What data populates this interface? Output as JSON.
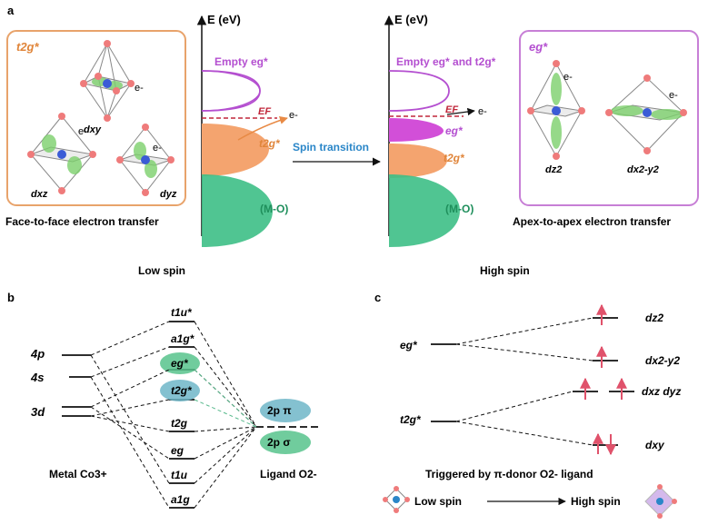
{
  "panels": {
    "a": "a",
    "b": "b",
    "c": "c"
  },
  "panel_a": {
    "energy_axis": "E (eV)",
    "left_box_label": "t2g*",
    "left_orbitals": [
      "dxy",
      "dxz",
      "dyz"
    ],
    "electron": "e-",
    "empty_eg": "Empty eg*",
    "ef": "EF",
    "t2g": "t2g*",
    "mo": "(M-O)",
    "arrow_label": "Spin transition",
    "empty_eg_t2g": "Empty eg* and t2g*",
    "eg": "eg*",
    "right_box_label": "eg*",
    "right_orbitals": [
      "dz2",
      "dx2-y2"
    ],
    "left_caption": "Face-to-face electron transfer",
    "right_caption": "Apex-to-apex electron transfer",
    "low_spin": "Low spin",
    "high_spin": "High spin"
  },
  "panel_b": {
    "metal_levels": [
      "4p",
      "4s",
      "3d"
    ],
    "mo_levels": [
      "t1u*",
      "a1g*",
      "eg*",
      "t2g*",
      "t2g",
      "eg",
      "t1u",
      "a1g"
    ],
    "ligand_levels": [
      "2p π",
      "2p σ"
    ],
    "metal_label": "Metal Co3+",
    "ligand_label": "Ligand O2-"
  },
  "panel_c": {
    "eg_label": "eg*",
    "t2g_label": "t2g*",
    "orbitals": [
      "dz2",
      "dx2-y2",
      "dxz dyz",
      "dxy"
    ],
    "trigger": "Triggered by π-donor O2- ligand",
    "low_spin": "Low spin",
    "high_spin": "High spin"
  },
  "colors": {
    "orange_box": "#e8a36b",
    "purple_box": "#c77fd6",
    "orange_fill": "#f4a46f",
    "green_fill": "#3dbf86",
    "purple_fill": "#d24fd8",
    "red_arrow": "#e0526b",
    "blue_ellipse": "#6fb6c8",
    "green_ellipse": "#57c38c",
    "ef_red": "#c0263a"
  }
}
